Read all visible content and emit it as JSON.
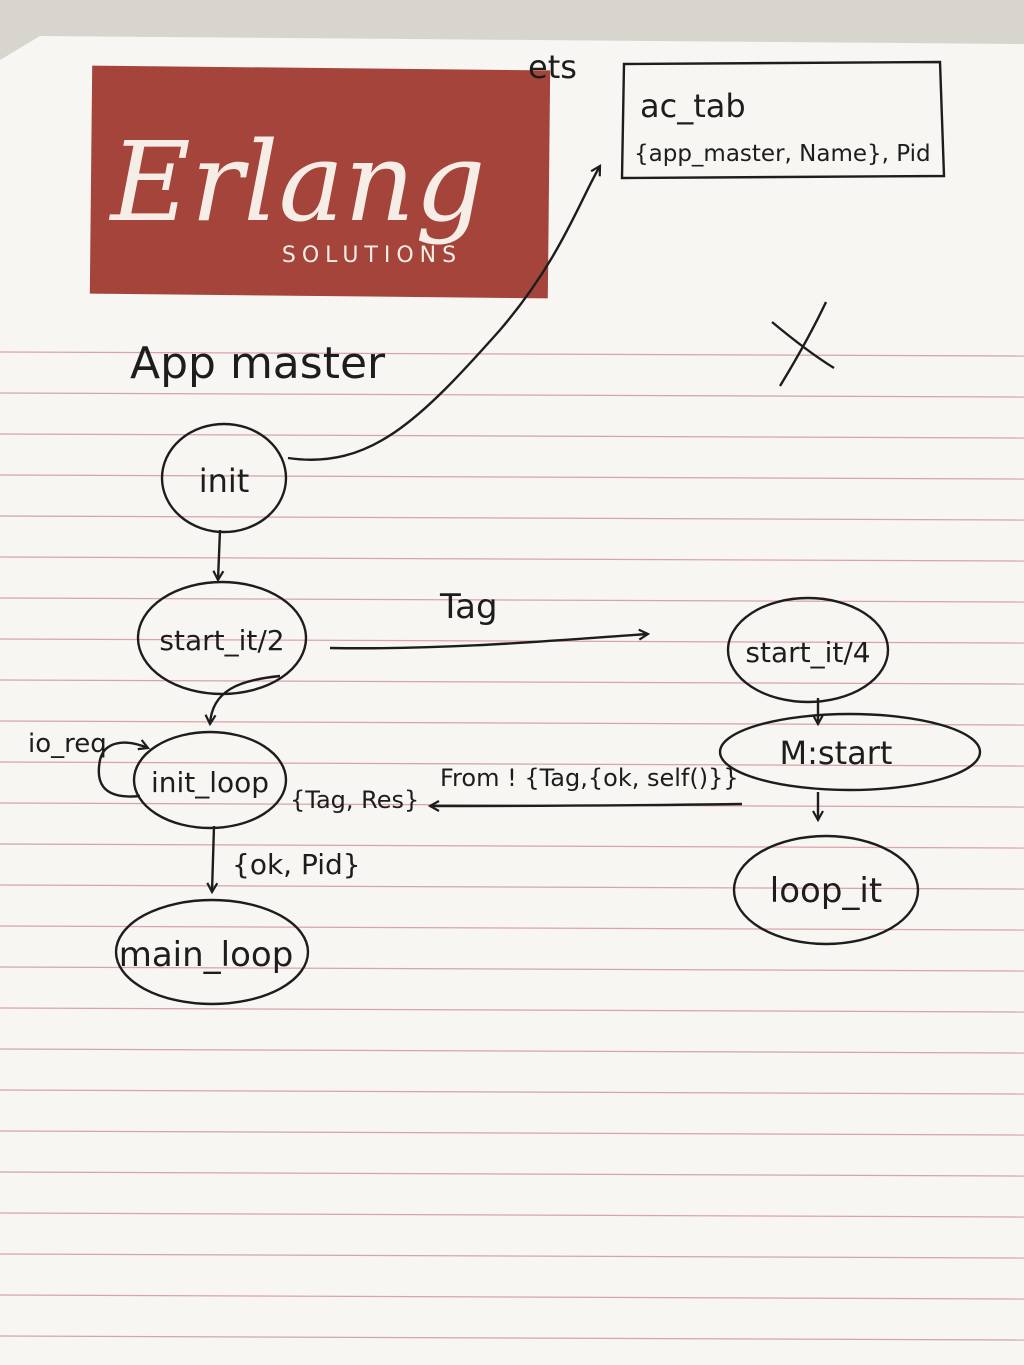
{
  "colors": {
    "paper": "#f7f6f3",
    "rule_line": "#d9a3a9",
    "ink": "#1d1d1d",
    "logo_red": "#a5443a",
    "logo_text": "#f6ede6"
  },
  "logo": {
    "wordmark": "Erlang",
    "subtitle": "SOLUTIONS"
  },
  "title": "App master",
  "cross_mark": "X",
  "ets": {
    "label": "ets",
    "table_name": "ac_tab",
    "entry": "{app_master, Name}, Pid"
  },
  "nodes": {
    "init": "init",
    "start_it_2": "start_it/2",
    "init_loop": "init_loop",
    "main_loop": "main_loop",
    "start_it_4": "start_it/4",
    "m_start": "M:start",
    "loop_it": "loop_it"
  },
  "edge_labels": {
    "tag": "Tag",
    "io_req": "io_req",
    "tag_res": "{Tag, Res}",
    "from_msg": "From ! {Tag,{ok, self()}}",
    "ok_pid": "{ok, Pid}"
  }
}
